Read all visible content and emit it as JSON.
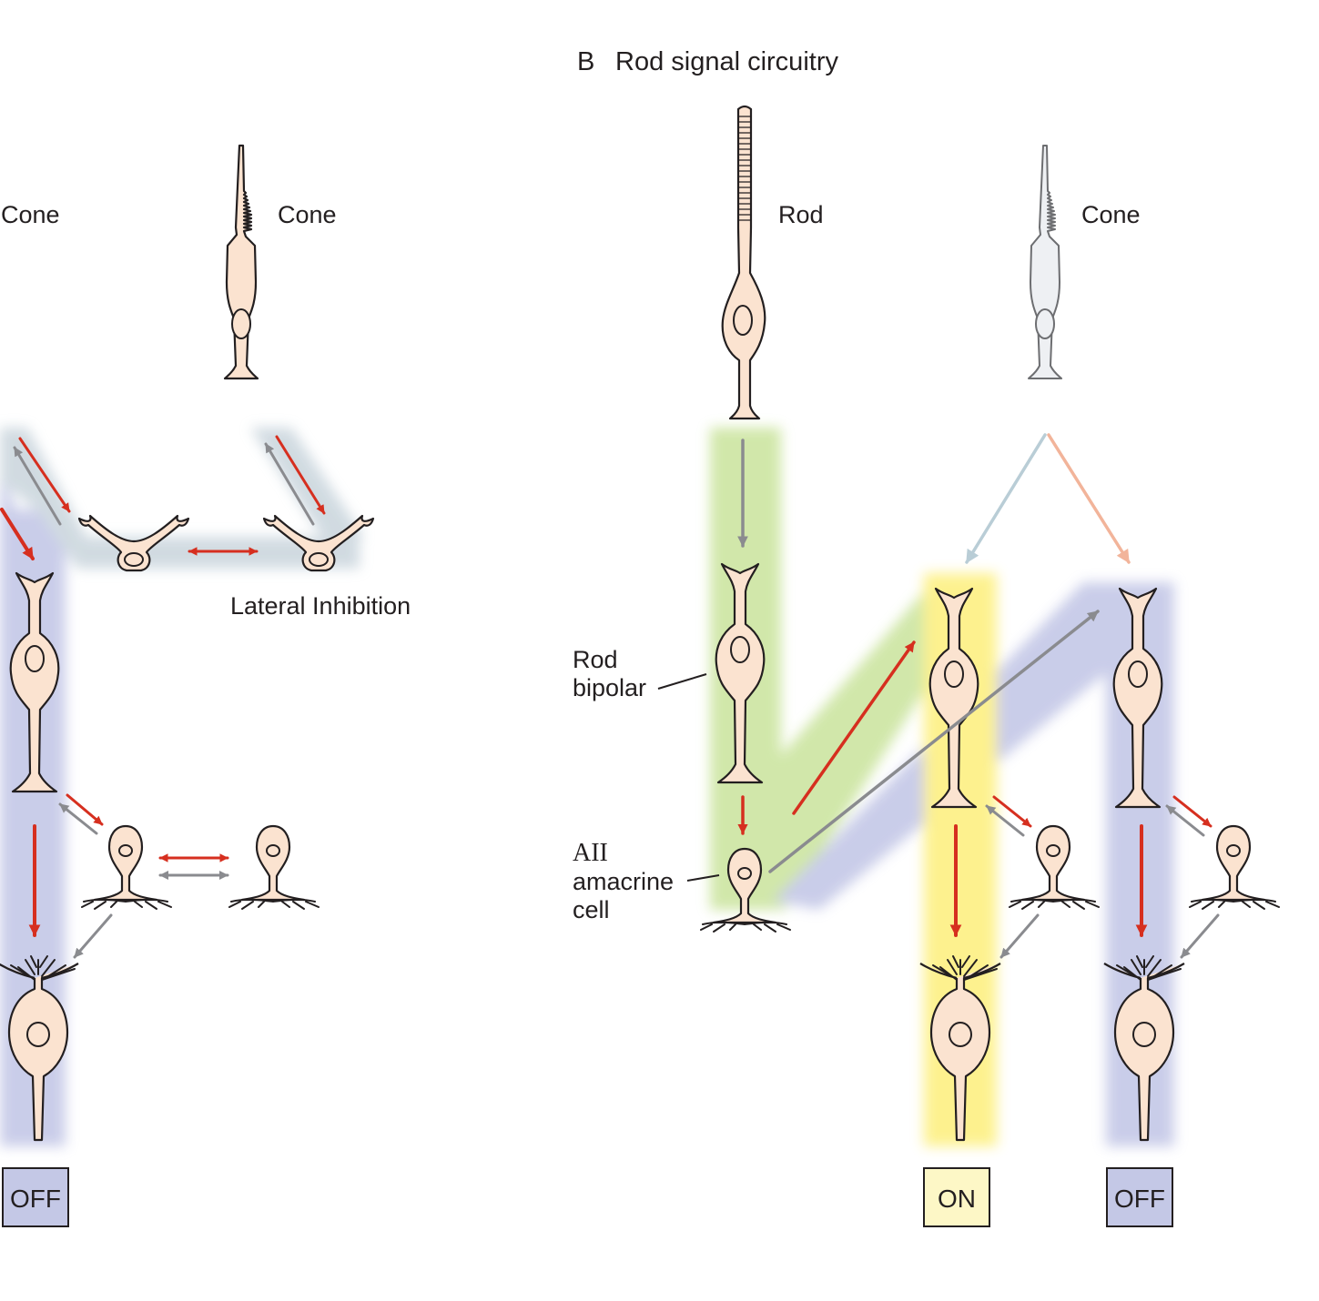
{
  "panel_b": {
    "letter": "B",
    "title": "Rod signal circuitry"
  },
  "labels": {
    "cone_left": "Cone",
    "cone_mid": "Cone",
    "rod": "Rod",
    "cone_right": "Cone",
    "lateral_inhibition": "Lateral Inhibition",
    "rod_bipolar_1": "Rod",
    "rod_bipolar_2": "bipolar",
    "aii_1": "AII",
    "aii_2": "amacrine",
    "aii_3": "cell"
  },
  "outputs": {
    "left_off": "OFF",
    "on": "ON",
    "right_off": "OFF"
  },
  "colors": {
    "off_pathway": "#c7cbe8",
    "on_pathway": "#fdf189",
    "rod_pathway": "#cfe6a6",
    "lateral_band": "#cfd9e0",
    "cell_fill": "#fbe3d0",
    "excitatory_arrow": "#d62f1f",
    "signal_arrow": "#8a8b8f",
    "on_box": "#fdf7c6",
    "off_box": "#c4c8e6"
  }
}
